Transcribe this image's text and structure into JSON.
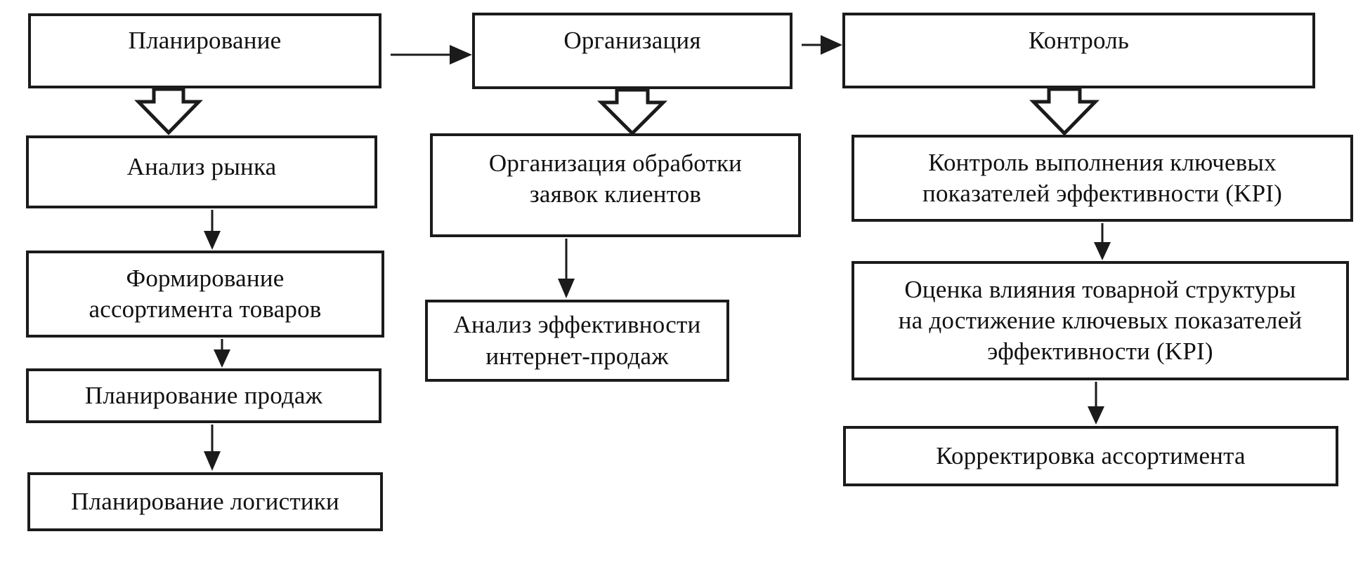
{
  "diagram": {
    "title": "Management process flowchart (planning / organization / control)",
    "colors": {
      "border": "#1b1b1b",
      "background": "#ffffff",
      "text": "#111111"
    },
    "columns": [
      {
        "header": "Планирование",
        "steps": [
          "Анализ рынка",
          "Формирование\nассортимента товаров",
          "Планирование продаж",
          "Планирование логистики"
        ]
      },
      {
        "header": "Организация",
        "steps": [
          "Организация обработки\nзаявок клиентов",
          "Анализ эффективности\nинтернет-продаж"
        ]
      },
      {
        "header": "Контроль",
        "steps": [
          "Контроль выполнения ключевых\nпоказателей эффективности (KPI)",
          "Оценка влияния товарной структуры\nна достижение ключевых показателей\nэффективности (KPI)",
          "Корректировка ассортимента"
        ]
      }
    ]
  }
}
